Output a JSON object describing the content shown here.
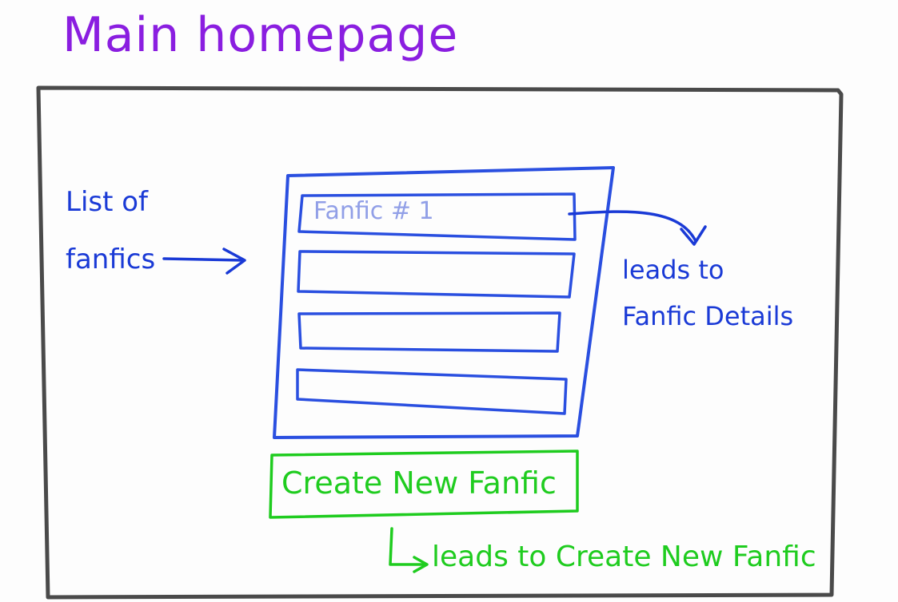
{
  "title": "Main homepage",
  "list_annotation": {
    "line1": "List  of",
    "line2": "fanfics"
  },
  "list": {
    "items": [
      "Fanfic # 1",
      "",
      "",
      ""
    ]
  },
  "details_annotation": {
    "line1": "leads to",
    "line2": "Fanfic Details"
  },
  "create_button": {
    "label": "Create  New Fanfic"
  },
  "create_annotation": {
    "text": "leads to Create  New Fanfic"
  },
  "colors": {
    "title": "#8a1ee0",
    "list": "#2a4fe0",
    "list_text": "#1a3ad6",
    "item_text": "#6d80e0",
    "create": "#1fcc1f",
    "frame": "#4a4a4a"
  }
}
